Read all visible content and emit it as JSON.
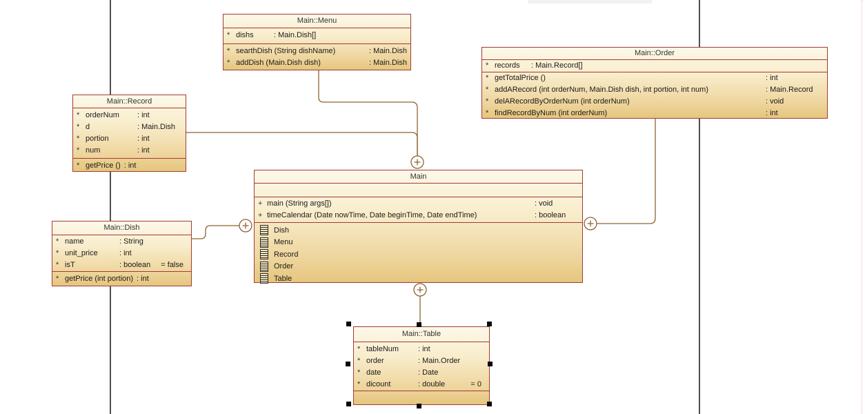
{
  "diagram_title": "Restaurant UML class diagram",
  "colors": {
    "class_border": "#a03b35",
    "class_fill_top": "#fdf8e9",
    "class_fill_bottom": "#e5c67e",
    "connector": "#8b6332",
    "guide_line": "#4f4f4f",
    "selection_handle": "#0a0a0a",
    "page_boundary_dots": "#e3b7b7"
  },
  "classes": {
    "menu": {
      "title": "Main::Menu",
      "attrs": [
        {
          "marker": "*",
          "name": "dishs",
          "type": ": Main.Dish[]"
        }
      ],
      "methods": [
        {
          "marker": "*",
          "name": "searthDish (String dishName)",
          "type": ": Main.Dish"
        },
        {
          "marker": "*",
          "name": "addDish (Main.Dish dish)",
          "type": ": Main.Dish"
        }
      ]
    },
    "record": {
      "title": "Main::Record",
      "attrs": [
        {
          "marker": "*",
          "name": "orderNum",
          "type": ": int"
        },
        {
          "marker": "*",
          "name": "d",
          "type": ": Main.Dish"
        },
        {
          "marker": "*",
          "name": "portion",
          "type": ": int"
        },
        {
          "marker": "*",
          "name": "num",
          "type": ": int"
        }
      ],
      "methods": [
        {
          "marker": "*",
          "name": "getPrice ()",
          "type": ": int"
        }
      ]
    },
    "order": {
      "title": "Main::Order",
      "attrs": [
        {
          "marker": "*",
          "name": "records",
          "type": ": Main.Record[]"
        }
      ],
      "methods": [
        {
          "marker": "*",
          "name": "getTotalPrice ()",
          "type": ": int"
        },
        {
          "marker": "*",
          "name": "addARecord (int orderNum, Main.Dish dish, int portion, int num)",
          "type": ": Main.Record"
        },
        {
          "marker": "*",
          "name": "delARecordByOrderNum (int orderNum)",
          "type": ": void"
        },
        {
          "marker": "*",
          "name": "findRecordByNum (int orderNum)",
          "type": ": int"
        }
      ]
    },
    "main": {
      "title": "Main",
      "attrs": [],
      "methods": [
        {
          "marker": "+",
          "name": "main (String args[])",
          "type": ": void"
        },
        {
          "marker": "+",
          "name": "timeCalendar (Date nowTime, Date beginTime, Date endTime)",
          "type": ": boolean"
        }
      ],
      "nested": [
        "Dish",
        "Menu",
        "Record",
        "Order",
        "Table"
      ]
    },
    "dish": {
      "title": "Main::Dish",
      "attrs": [
        {
          "marker": "*",
          "name": "name",
          "type": ": String"
        },
        {
          "marker": "*",
          "name": "unit_price",
          "type": ": int"
        },
        {
          "marker": "*",
          "name": "isT",
          "type": ": boolean",
          "default": "= false"
        }
      ],
      "methods": [
        {
          "marker": "*",
          "name": "getPrice (int portion)",
          "type": ": int"
        }
      ]
    },
    "table": {
      "title": "Main::Table",
      "selected": true,
      "attrs": [
        {
          "marker": "*",
          "name": "tableNum",
          "type": ": int"
        },
        {
          "marker": "*",
          "name": "order",
          "type": ": Main.Order"
        },
        {
          "marker": "*",
          "name": "date",
          "type": ": Date"
        },
        {
          "marker": "*",
          "name": "dicount",
          "type": ": double",
          "default": "= 0"
        }
      ],
      "methods": []
    }
  }
}
